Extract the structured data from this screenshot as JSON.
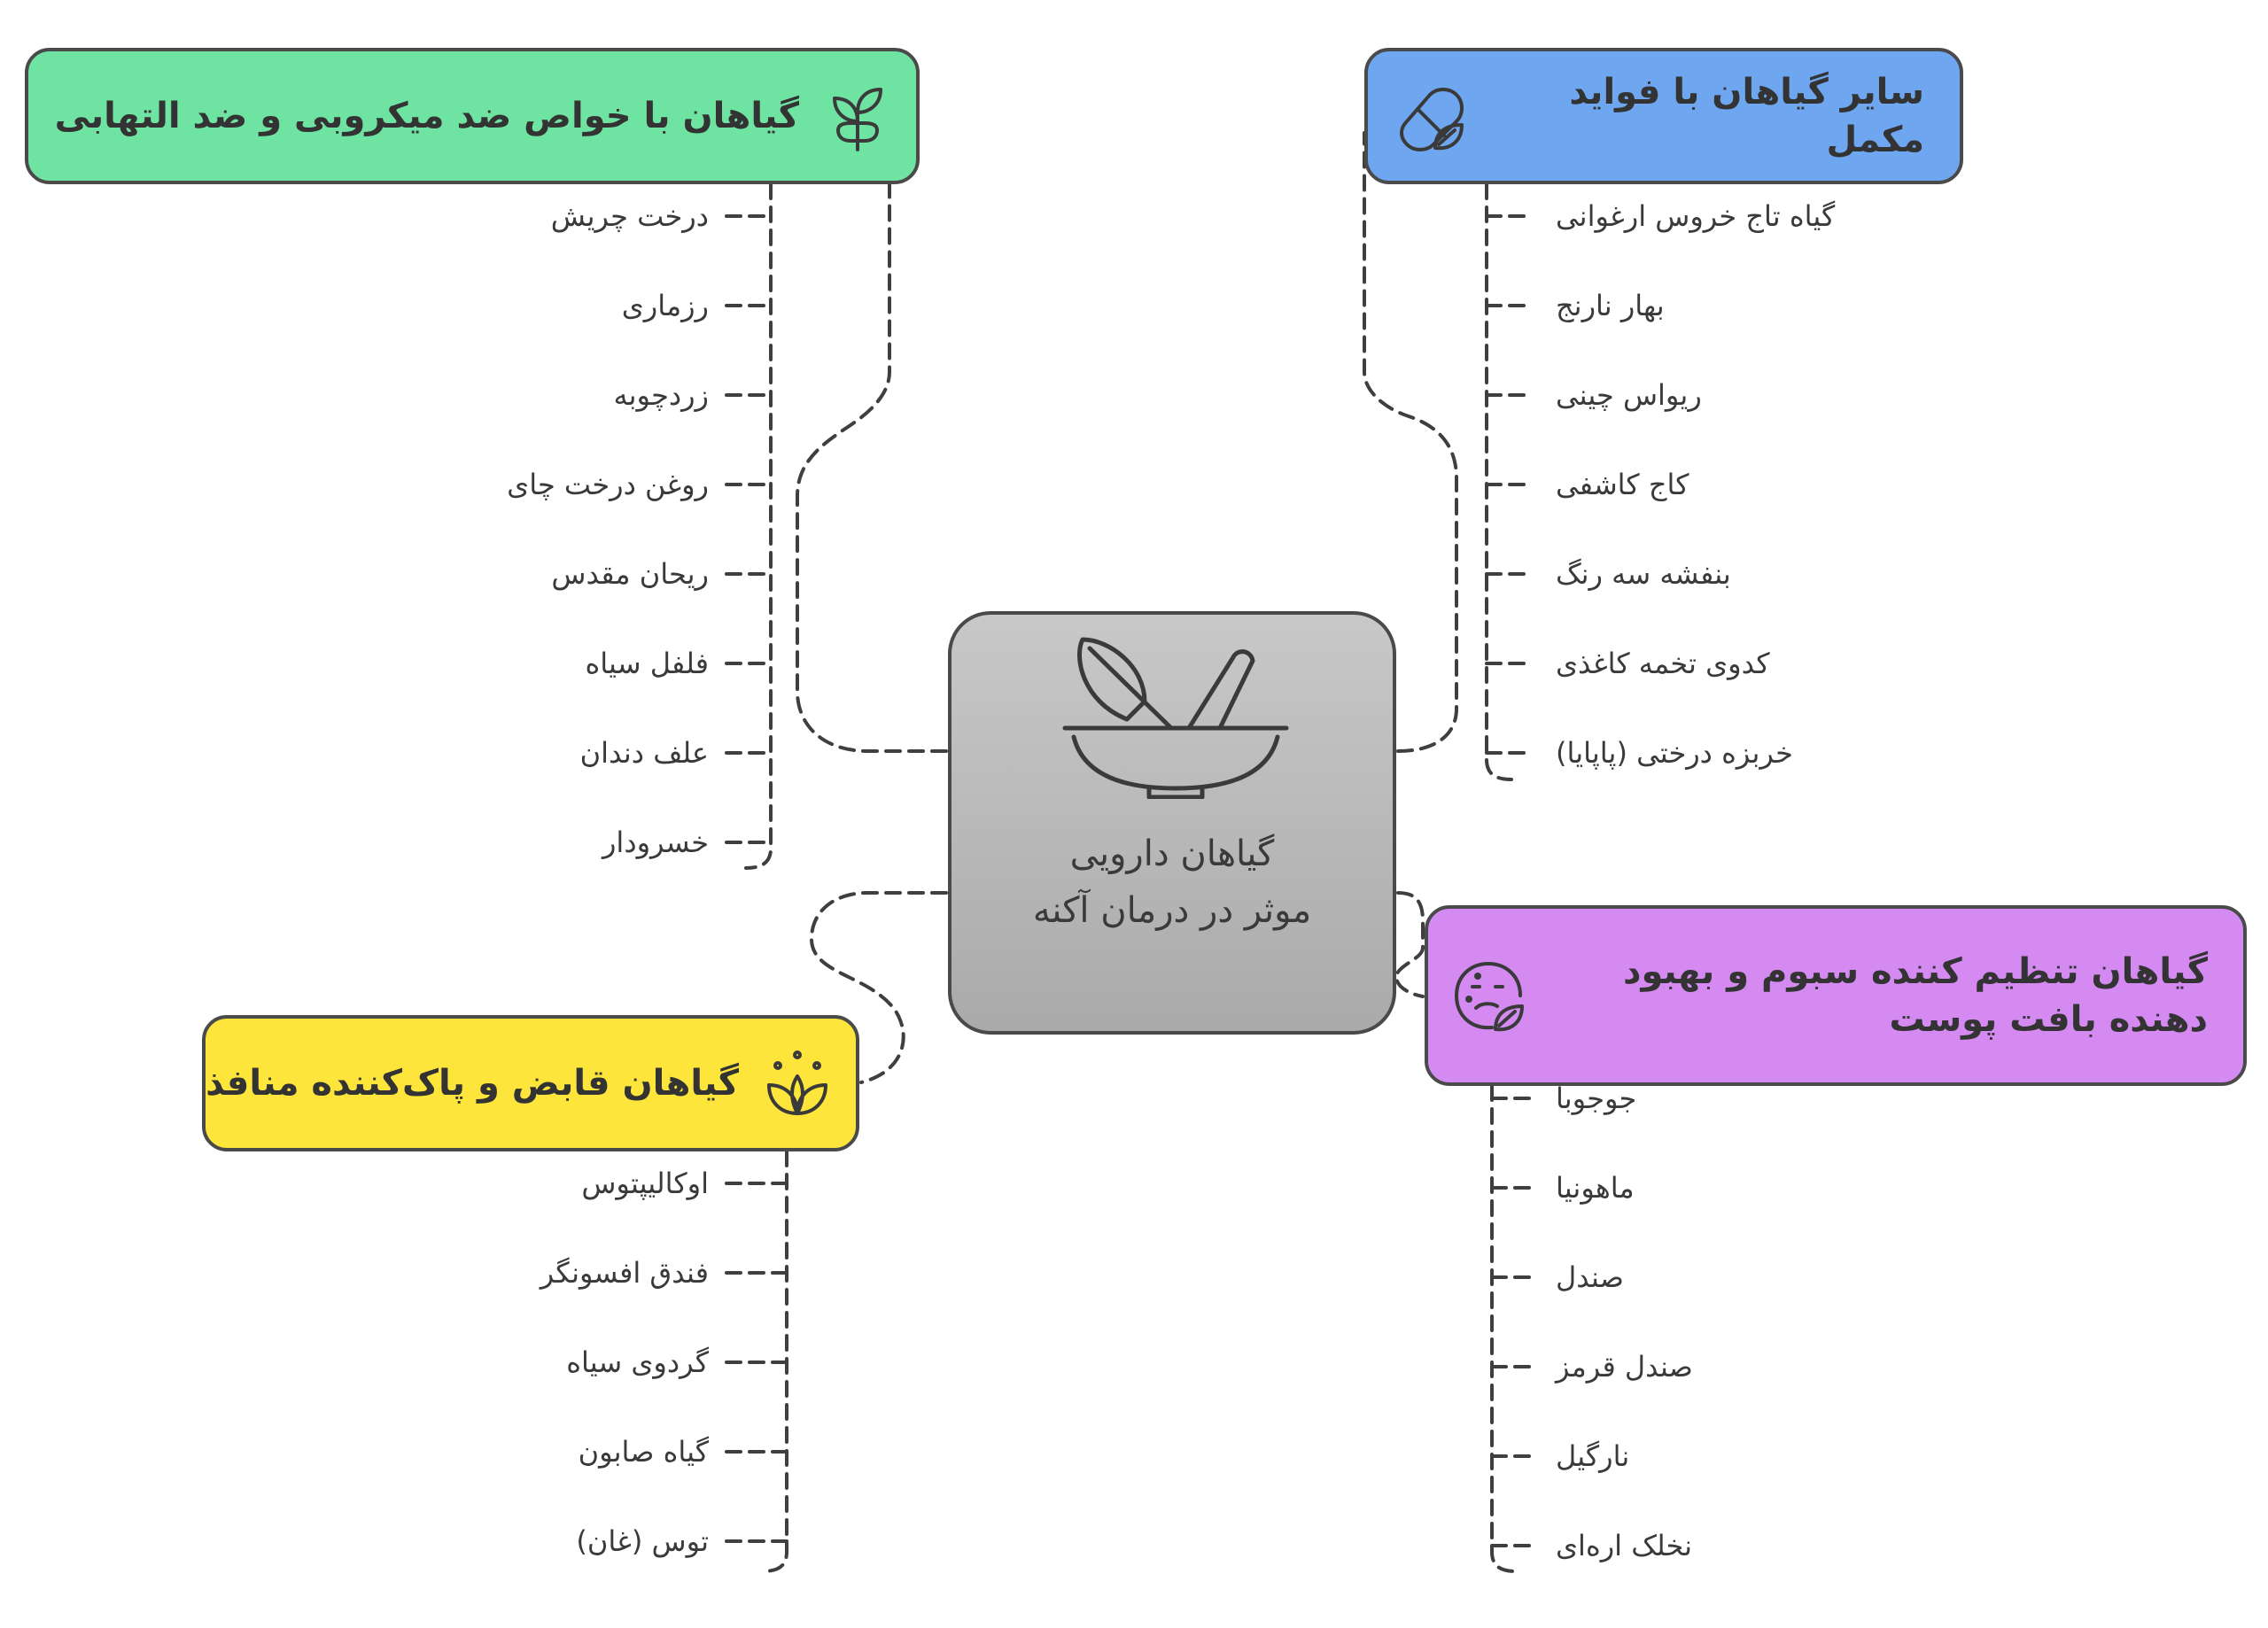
{
  "center": {
    "title_line1": "گیاهان دارویی",
    "title_line2": "موثر در درمان آکنه",
    "icon": "mortar-pestle-leaf-icon"
  },
  "branches": [
    {
      "id": "antimicrobial",
      "title": "گیاهان با خواص ضد میکروبی و ضد التهابی",
      "color": "#6fe3a2",
      "icon": "sprout-icon",
      "items": [
        "درخت چریش",
        "رزماری",
        "زردچوبه",
        "روغن درخت چای",
        "ریحان مقدس",
        "فلفل سیاه",
        "علف دندان",
        "خسرودار"
      ]
    },
    {
      "id": "complementary",
      "title": "سایر گیاهان با فواید مکمل",
      "color": "#6ea6f0",
      "icon": "pill-leaf-icon",
      "items": [
        "گیاه تاج خروس ارغوانی",
        "بهار نارنج",
        "ریواس چینی",
        "کاج کاشفی",
        "بنفشه سه رنگ",
        "کدوی تخمه کاغذی",
        "خربزه درختی (پاپایا)"
      ]
    },
    {
      "id": "astringent",
      "title": "گیاهان قابض و پاک‌کننده منافذ",
      "color": "#fde53b",
      "icon": "leaves-sparkle-icon",
      "items": [
        "اوکالیپتوس",
        "فندق افسونگر",
        "گردوی سیاه",
        "گیاه صابون",
        "توس (غان)"
      ]
    },
    {
      "id": "sebum",
      "title": "گیاهان تنظیم کننده سبوم و بهبود دهنده بافت پوست",
      "color": "#d58af2",
      "icon": "face-leaf-icon",
      "items": [
        "جوجوبا",
        "ماهونیا",
        "صندل",
        "صندل قرمز",
        "نارگیل",
        "نخلک اره‌ای"
      ]
    }
  ]
}
